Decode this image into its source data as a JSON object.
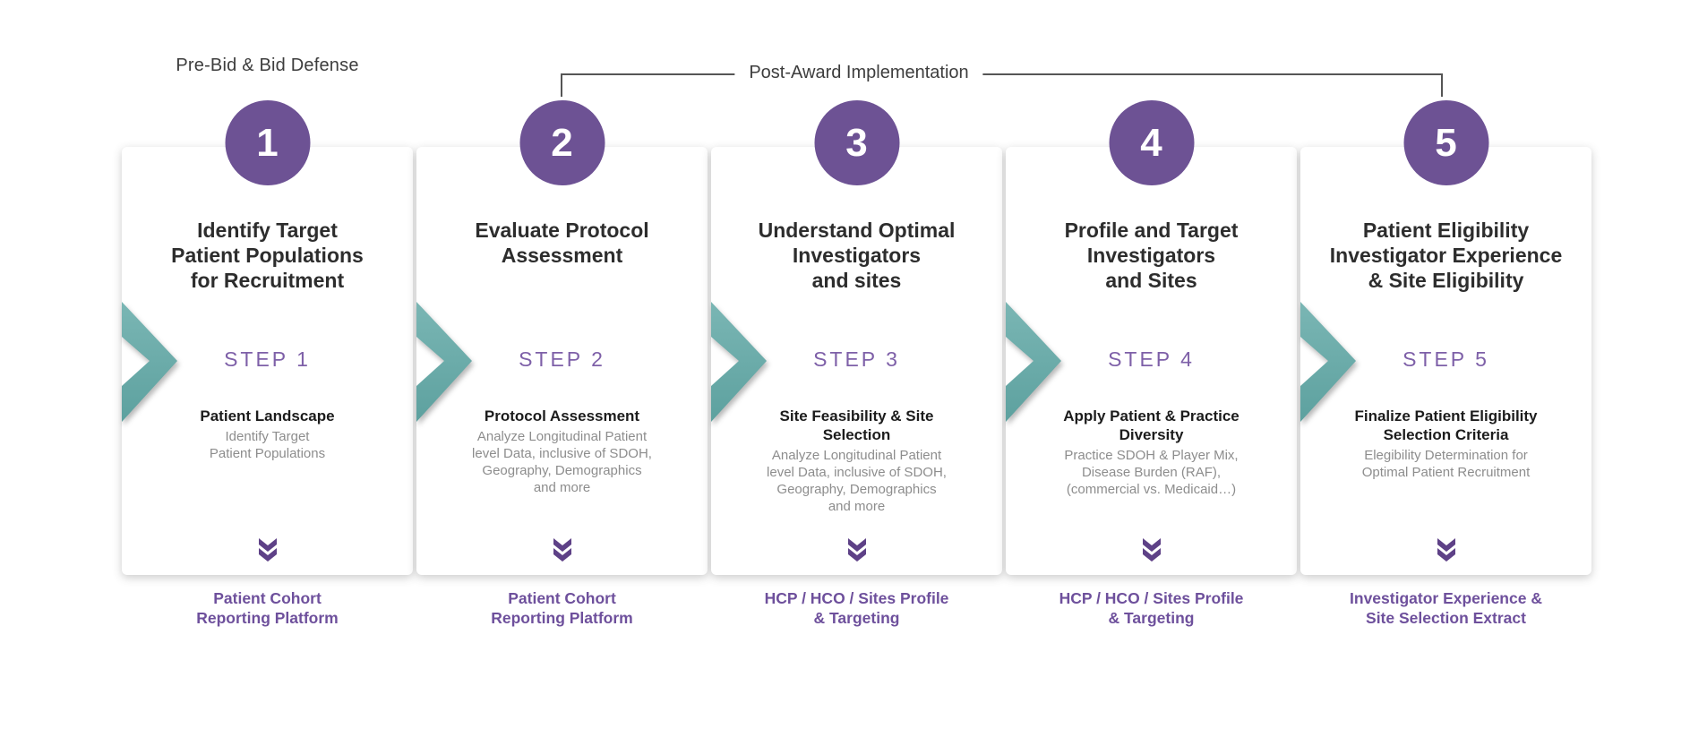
{
  "header": {
    "pre_bid_label": "Pre-Bid & Bid Defense",
    "post_award_label": "Post-Award Implementation"
  },
  "steps": [
    {
      "number": "1",
      "title": "Identify Target\nPatient Populations\nfor Recruitment",
      "step_label": "STEP 1",
      "subtitle": "Patient Landscape",
      "description": "Identify Target\nPatient Populations",
      "platform": "Patient Cohort\nReporting Platform"
    },
    {
      "number": "2",
      "title": "Evaluate Protocol\nAssessment",
      "step_label": "STEP 2",
      "subtitle": "Protocol Assessment",
      "description": "Analyze Longitudinal Patient\nlevel Data, inclusive of SDOH,\nGeography, Demographics\nand more",
      "platform": "Patient Cohort\nReporting Platform"
    },
    {
      "number": "3",
      "title": "Understand Optimal\nInvestigators\nand sites",
      "step_label": "STEP 3",
      "subtitle": "Site Feasibility & Site\nSelection",
      "description": "Analyze Longitudinal Patient\nlevel Data, inclusive of SDOH,\nGeography, Demographics\nand more",
      "platform": "HCP / HCO / Sites Profile\n& Targeting"
    },
    {
      "number": "4",
      "title": "Profile and Target\nInvestigators\nand Sites",
      "step_label": "STEP 4",
      "subtitle": "Apply Patient & Practice\nDiversity",
      "description": "Practice SDOH & Player Mix,\nDisease Burden (RAF),\n(commercial vs. Medicaid…)",
      "platform": "HCP / HCO / Sites Profile\n& Targeting"
    },
    {
      "number": "5",
      "title": "Patient Eligibility\nInvestigator Experience\n& Site Eligibility",
      "step_label": "STEP 5",
      "subtitle": "Finalize Patient Eligibility\nSelection Criteria",
      "description": "Elegibility Determination for\nOptimal Patient Recruitment",
      "platform": "Investigator Experience &\nSite Selection Extract"
    }
  ],
  "icons": {
    "between_cards": "chevron-right-icon",
    "flow_connector": "double-chevron-down-icon"
  },
  "colors": {
    "circle_purple": "#6d5294",
    "step_label_purple": "#7e60a8",
    "footer_purple": "#6e509c",
    "chevron_teal_top": "#7ab6b4",
    "chevron_teal_bottom": "#5da19f",
    "flow_icon_purple": "#5e4187",
    "title_dark": "#2d2d2d",
    "description_gray": "#8d8d8d",
    "bracket_line": "#555555"
  }
}
